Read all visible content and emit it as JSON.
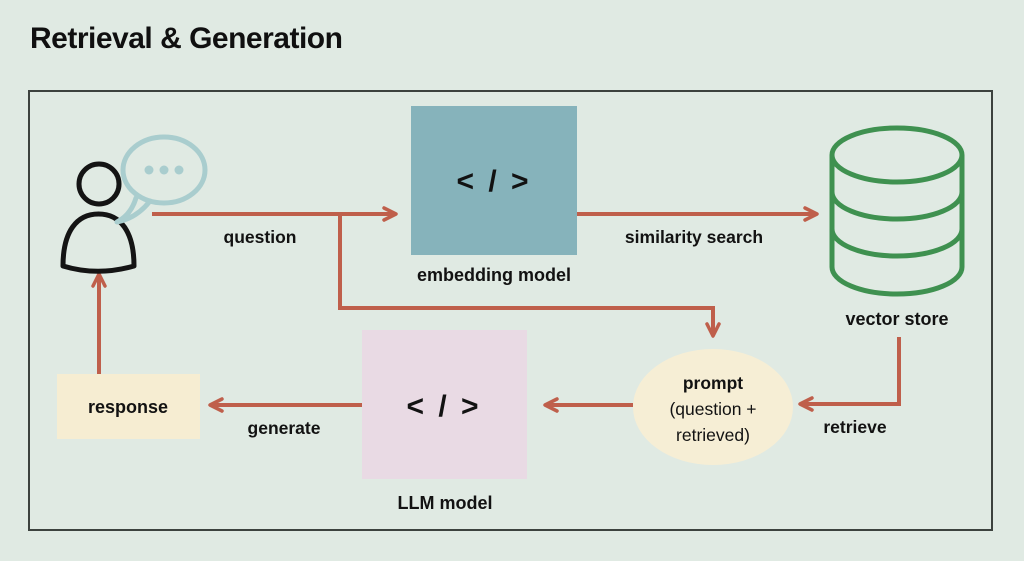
{
  "title": "Retrieval & Generation",
  "colors": {
    "background": "#e0eae3",
    "frame_border": "#3c423e",
    "arrow": "#bf5f4b",
    "embedding_model_fill": "#86b3bb",
    "llm_model_fill": "#e9dae4",
    "prompt_fill": "#f6eed5",
    "response_fill": "#f6edd2",
    "vector_store_green": "#3f9150",
    "speech_bubble_teal": "#a9cdce",
    "person_black": "#141414",
    "code_glyph_light": "#ffffff",
    "code_glyph_dark": "#3d3d3d"
  },
  "nodes": {
    "embedding_model": {
      "label": "embedding model",
      "glyph": "< / >"
    },
    "vector_store": {
      "label": "vector store"
    },
    "prompt": {
      "line1": "prompt",
      "line2": "(question +",
      "line3": "retrieved)"
    },
    "llm_model": {
      "label": "LLM model",
      "glyph": "< / >"
    },
    "response": {
      "label": "response"
    }
  },
  "edges": {
    "question": "question",
    "similarity_search": "similarity search",
    "retrieve": "retrieve",
    "generate": "generate"
  }
}
